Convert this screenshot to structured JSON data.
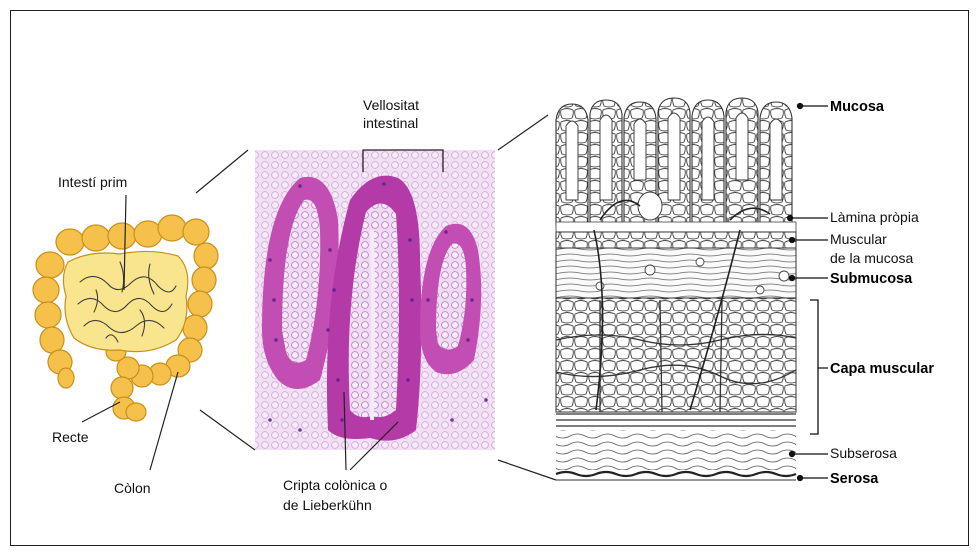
{
  "labels": {
    "intesti_prim": "Intestí prim",
    "recte": "Recte",
    "colon": "Còlon",
    "vellositat_1": "Vellositat",
    "vellositat_2": "intestinal",
    "cripta_1": "Cripta colònica o",
    "cripta_2": "de Lieberkühn"
  },
  "layers": {
    "mucosa": "Mucosa",
    "lamina_propia": "Làmina pròpia",
    "muscular_mucosa_1": "Muscular",
    "muscular_mucosa_2": "de la mucosa",
    "submucosa": "Submucosa",
    "capa_muscular": "Capa muscular",
    "subserosa": "Subserosa",
    "serosa": "Serosa"
  },
  "colors": {
    "intestine_fill": "#f5c14a",
    "intestine_stroke": "#c8901a",
    "histology_bg": "#e9d3ee",
    "histology_epithelium": "#b43aa8",
    "histology_nuclei": "#5a1f8a",
    "frame_border": "#1f1f1f"
  }
}
